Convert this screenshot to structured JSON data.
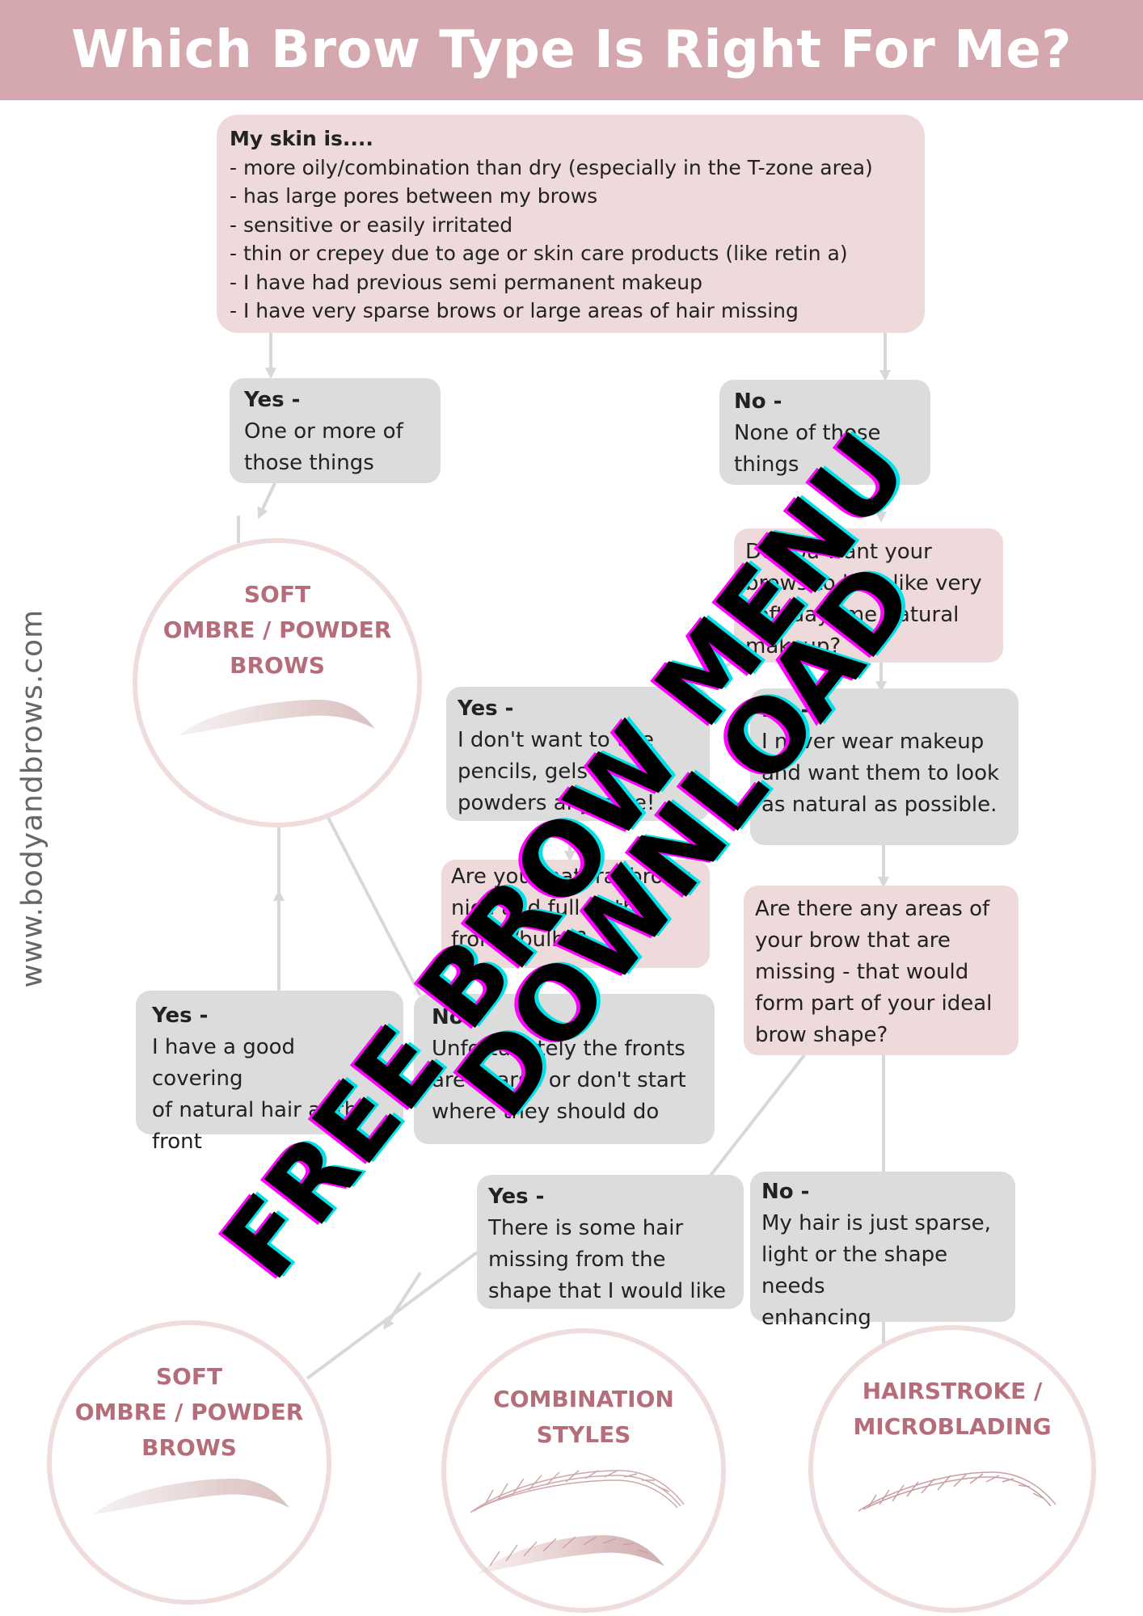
{
  "header": {
    "title": "Which Brow Type Is Right For Me?"
  },
  "site": "www.bodyandbrows.com",
  "nodes": {
    "skin": {
      "head": "My skin is....",
      "lines": [
        "- more oily/combination than dry (especially in the T-zone area)",
        "- has large pores between my brows",
        "- sensitive or easily irritated",
        "- thin or crepey due to age or skin care products (like retin a)",
        "- I have had previous semi permanent makeup",
        "- I have very sparse brows or large areas of hair missing"
      ]
    },
    "yes1": {
      "head": "Yes -",
      "lines": [
        "One or more of",
        "those things"
      ]
    },
    "no1": {
      "head": "No -",
      "lines": [
        "None of those",
        "things"
      ]
    },
    "q_soft": {
      "lines": [
        "Do you want your",
        "brows to look like very",
        "soft daytime natural",
        "makeup?"
      ]
    },
    "yes2": {
      "head": "Yes -",
      "lines": [
        "I don't want to use",
        "pencils, gels or",
        "powders anymore!"
      ]
    },
    "no2": {
      "head": "No -",
      "lines": [
        "I never wear makeup",
        "and want them to look",
        "as natural as possible."
      ]
    },
    "q_fronts": {
      "lines": [
        "Are your natural brows",
        "nice and full at the",
        "fronts/bulbs?"
      ]
    },
    "q_missing": {
      "lines": [
        "Are there any areas of",
        "your brow that are",
        "missing - that would",
        "form part of your ideal",
        "brow shape?"
      ]
    },
    "yes3": {
      "head": "Yes -",
      "lines": [
        "I have a good covering",
        "of natural hair at the",
        "front"
      ]
    },
    "no3": {
      "head": "No -",
      "lines": [
        "Unfortunately the fronts",
        "are sparse or don't start",
        "where they should do"
      ]
    },
    "yes4": {
      "head": "Yes -",
      "lines": [
        "There is some hair",
        "missing from the",
        "shape that I would like"
      ]
    },
    "no4": {
      "head": "No -",
      "lines": [
        "My hair is just sparse,",
        "light or the shape needs",
        "enhancing"
      ]
    }
  },
  "results": {
    "ombre_top": {
      "lines": [
        "SOFT",
        "OMBRE / POWDER",
        "BROWS"
      ]
    },
    "ombre_bottom": {
      "lines": [
        "SOFT",
        "OMBRE / POWDER",
        "BROWS"
      ]
    },
    "combination": {
      "lines": [
        "COMBINATION",
        "STYLES"
      ]
    },
    "hairstroke": {
      "lines": [
        "HAIRSTROKE /",
        "MICROBLADING"
      ]
    }
  },
  "watermark": {
    "line1": "FREE BROW MENU",
    "line2": "DOWNLOAD"
  },
  "colors": {
    "header": "#d4a8ae",
    "pink_box": "#eedada",
    "grey_box": "#dcdcdc",
    "result_text": "#b56d7a",
    "circle_border": "#efdcdc",
    "connector": "#d8d8d8"
  }
}
